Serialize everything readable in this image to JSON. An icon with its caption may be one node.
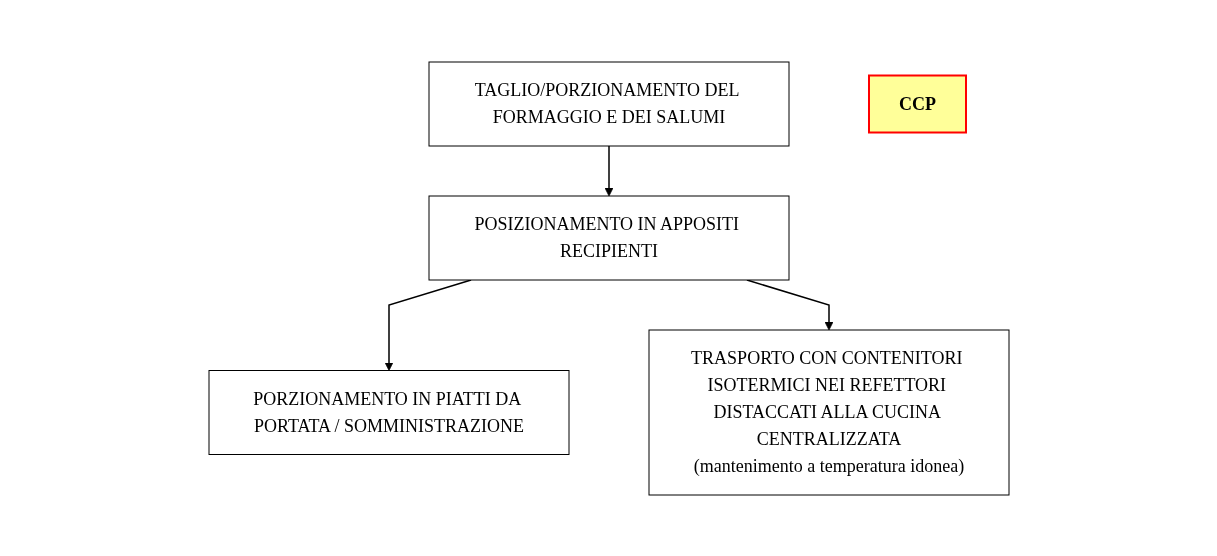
{
  "diagram": {
    "nodes": [
      {
        "text": [
          "TAGLIO/PORZIONAMENTO DEL FORMAGGIO E DEI SALUMI"
        ]
      },
      {
        "text": [
          "POSIZIONAMENTO IN APPOSITI RECIPIENTI"
        ]
      },
      {
        "text": [
          "PORZIONAMENTO IN PIATTI DA PORTATA / SOMMINISTRAZIONE"
        ]
      },
      {
        "text": [
          "TRASPORTO CON CONTENITORI ISOTERMICI NEI REFETTORI DISTACCATI ALLA CUCINA CENTRALIZZATA",
          "(mantenimento a temperatura idonea)"
        ]
      },
      {
        "text": [
          "CCP"
        ]
      }
    ],
    "edges": [
      {
        "from": 0,
        "to": 1,
        "arrow": "to"
      },
      {
        "from": 1,
        "to": 2,
        "arrow": "to"
      },
      {
        "from": 1,
        "to": 3,
        "arrow": "to"
      }
    ]
  }
}
